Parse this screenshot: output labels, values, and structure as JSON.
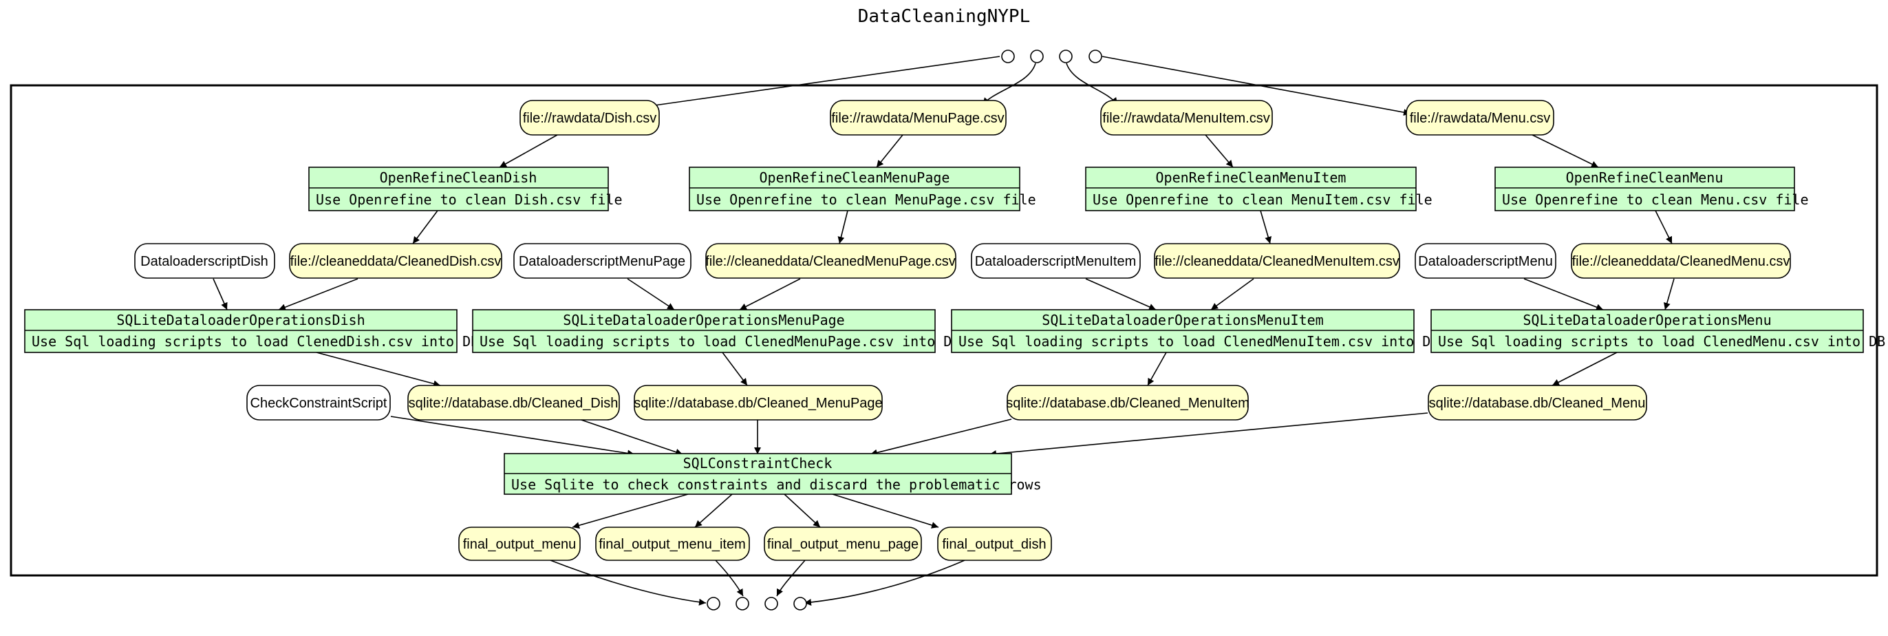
{
  "diagram": {
    "title": "DataCleaningNYPL",
    "data_nodes": {
      "dish_csv": "file://rawdata/Dish.csv",
      "menupage_csv": "file://rawdata/MenuPage.csv",
      "menuitem_csv": "file://rawdata/MenuItem.csv",
      "menu_csv": "file://rawdata/Menu.csv",
      "cleaned_dish_csv": "file://cleaneddata/CleanedDish.csv",
      "cleaned_menupage_csv": "file://cleaneddata/CleanedMenuPage.csv",
      "cleaned_menuitem_csv": "file://cleaneddata/CleanedMenuItem.csv",
      "cleaned_menu_csv": "file://cleaneddata/CleanedMenu.csv",
      "db_dish": "sqlite://database.db/Cleaned_Dish",
      "db_menupage": "sqlite://database.db/Cleaned_MenuPage",
      "db_menuitem": "sqlite://database.db/Cleaned_MenuItem",
      "db_menu": "sqlite://database.db/Cleaned_Menu",
      "final_menu": "final_output_menu",
      "final_menu_item": "final_output_menu_item",
      "final_menu_page": "final_output_menu_page",
      "final_dish": "final_output_dish"
    },
    "param_nodes": {
      "script_dish": "DataloaderscriptDish",
      "script_menupage": "DataloaderscriptMenuPage",
      "script_menuitem": "DataloaderscriptMenuItem",
      "script_menu": "DataloaderscriptMenu",
      "check_script": "CheckConstraintScript"
    },
    "programs": {
      "clean_dish": {
        "name": "OpenRefineCleanDish",
        "desc": "Use Openrefine to clean Dish.csv file"
      },
      "clean_menupage": {
        "name": "OpenRefineCleanMenuPage",
        "desc": "Use Openrefine to clean MenuPage.csv file"
      },
      "clean_menuitem": {
        "name": "OpenRefineCleanMenuItem",
        "desc": "Use Openrefine to clean MenuItem.csv file"
      },
      "clean_menu": {
        "name": "OpenRefineCleanMenu",
        "desc": "Use Openrefine to clean Menu.csv file"
      },
      "load_dish": {
        "name": "SQLiteDataloaderOperationsDish",
        "desc": "Use Sql loading scripts to load ClenedDish.csv into DB"
      },
      "load_menupage": {
        "name": "SQLiteDataloaderOperationsMenuPage",
        "desc": "Use Sql loading scripts to load ClenedMenuPage.csv into DB"
      },
      "load_menuitem": {
        "name": "SQLiteDataloaderOperationsMenuItem",
        "desc": "Use Sql loading scripts to load ClenedMenuItem.csv into DB"
      },
      "load_menu": {
        "name": "SQLiteDataloaderOperationsMenu",
        "desc": "Use Sql loading scripts to load ClenedMenu.csv into DB"
      },
      "constraint_check": {
        "name": "SQLConstraintCheck",
        "desc": "Use Sqlite to check constraints and discard the problematic rows"
      }
    },
    "colors": {
      "data_fill": "#ffffcc",
      "program_fill": "#ccffcc",
      "param_fill": "#ffffff",
      "stroke": "#000000"
    }
  }
}
